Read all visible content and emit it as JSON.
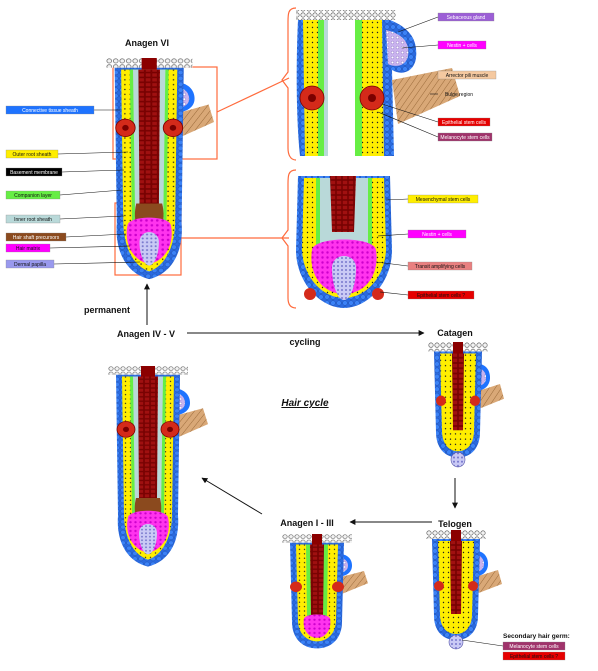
{
  "title": "Hair cycle",
  "stages": {
    "anagen_vi": "Anagen VI",
    "anagen_iv_v": "Anagen IV - V",
    "catagen": "Catagen",
    "telogen": "Telogen",
    "anagen_i_iii": "Anagen I - III"
  },
  "transitions": {
    "permanent": "permanent",
    "cycling": "cycling"
  },
  "left_legend": [
    {
      "text": "Connective tissue sheath",
      "color": "#1e73ff",
      "text_color": "#ffffff"
    },
    {
      "text": "Outer root sheath",
      "color": "#ffee00",
      "text_color": "#111111"
    },
    {
      "text": "Basement membrane",
      "color": "#000000",
      "text_color": "#ffffff"
    },
    {
      "text": "Companion layer",
      "color": "#66ee44",
      "text_color": "#111111"
    },
    {
      "text": "Inner root sheath",
      "color": "#b9d9d9",
      "text_color": "#111111"
    },
    {
      "text": "Hair shaft precursors",
      "color": "#8b4a1e",
      "text_color": "#ffffff"
    },
    {
      "text": "Hair matrix",
      "color": "#ff00ff",
      "text_color": "#111111"
    },
    {
      "text": "Dermal papilla",
      "color": "#9999ee",
      "text_color": "#111111"
    }
  ],
  "upper_callouts": [
    {
      "text": "Sebaceous gland",
      "color": "#9c5ed6",
      "text_color": "#ffffff"
    },
    {
      "text": "Nestin + cells",
      "color": "#ff00ff",
      "text_color": "#ffffff"
    },
    {
      "text": "Arrector pili muscle",
      "color": "#f5c9a0",
      "text_color": "#111111"
    },
    {
      "text": "Bulge region",
      "color": "",
      "text_color": "#111111"
    },
    {
      "text": "Epithelial stem cells",
      "color": "#e60000",
      "text_color": "#ffffff"
    },
    {
      "text": "Melanocyte stem cells",
      "color": "#a0336b",
      "text_color": "#ffffff"
    }
  ],
  "lower_callouts": [
    {
      "text": "Mesenchymal stem cells",
      "color": "#ffee00",
      "text_color": "#111111"
    },
    {
      "text": "Nestin + cells",
      "color": "#ff00ff",
      "text_color": "#ffffff"
    },
    {
      "text": "Transit amplifying cells",
      "color": "#e98080",
      "text_color": "#111111"
    },
    {
      "text": "Epithelial stem cells ?",
      "color": "#e60000",
      "text_color": "#111111"
    }
  ],
  "secondary_hair_germ": {
    "title": "Secondary hair germ:",
    "items": [
      {
        "text": "Melanocyte stem cells",
        "color": "#a0336b",
        "text_color": "#ffffff"
      },
      {
        "text": "Epithelial stem cells ?",
        "color": "#e60000",
        "text_color": "#111111"
      }
    ]
  },
  "colors": {
    "connective_tissue": "#1e73ff",
    "outer_root_sheath": "#ffee00",
    "companion_layer": "#66ee44",
    "inner_root_sheath": "#b9d9d9",
    "hair_shaft": "#8b0000",
    "hair_matrix": "#ff00ff",
    "dermal_papilla": "#9999ee",
    "sebaceous_gland": "#b394e0",
    "arrector_pili": "#d9a877",
    "epithelial_stem": "#d42a1a",
    "zoom_frame": "#ff6b3d"
  }
}
